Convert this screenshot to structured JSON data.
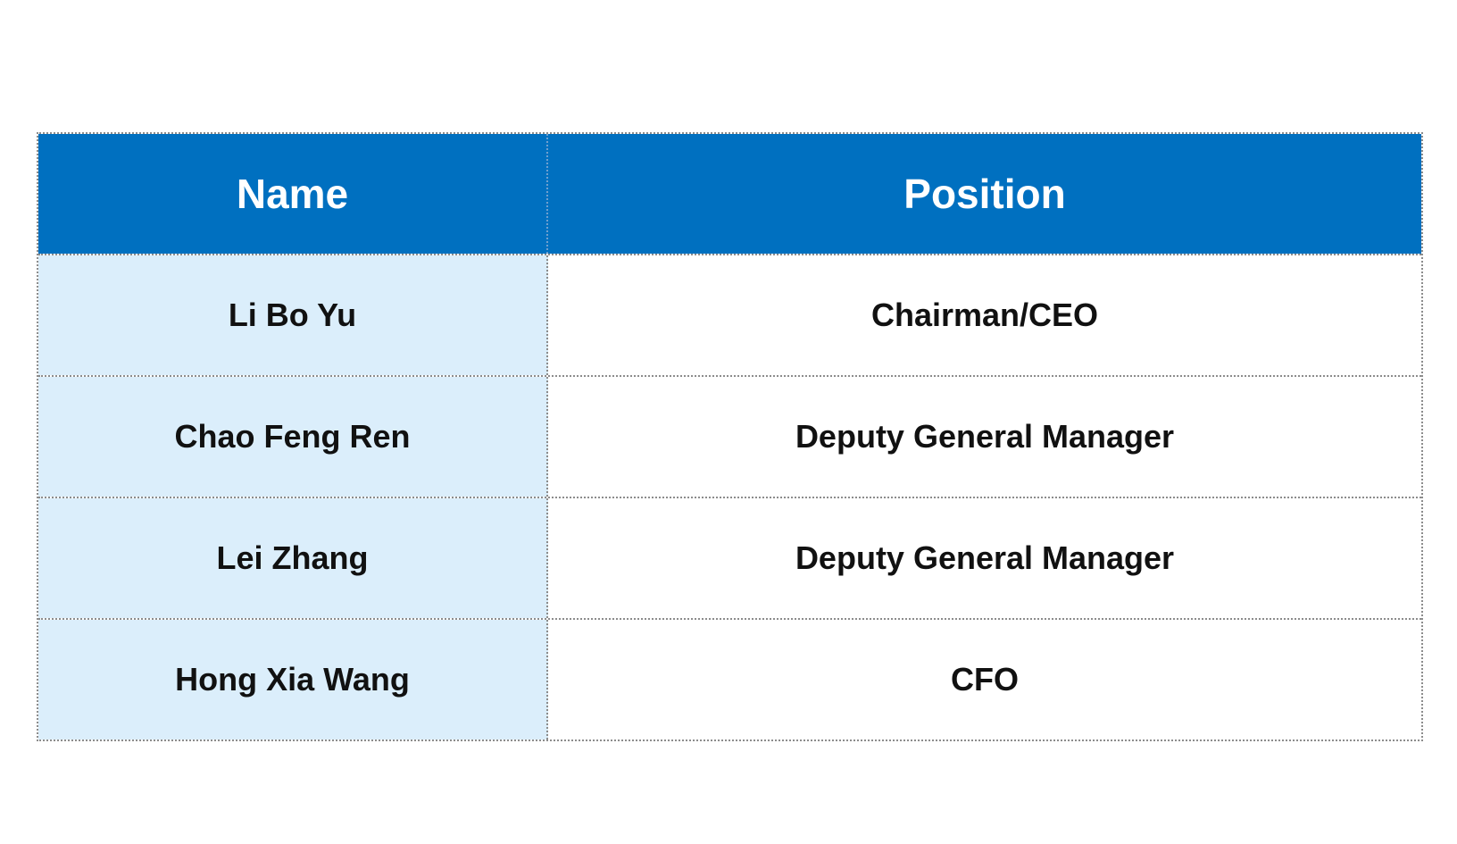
{
  "table": {
    "headers": {
      "name": "Name",
      "position": "Position"
    },
    "rows": [
      {
        "name": "Li Bo Yu",
        "position": "Chairman/CEO"
      },
      {
        "name": "Chao Feng Ren",
        "position": "Deputy General Manager"
      },
      {
        "name": "Lei Zhang",
        "position": "Deputy General Manager"
      },
      {
        "name": "Hong Xia Wang",
        "position": "CFO"
      }
    ]
  },
  "colors": {
    "header_bg": "#0070c0",
    "name_column_bg": "#dbeefb",
    "border": "#8c8c8c"
  }
}
